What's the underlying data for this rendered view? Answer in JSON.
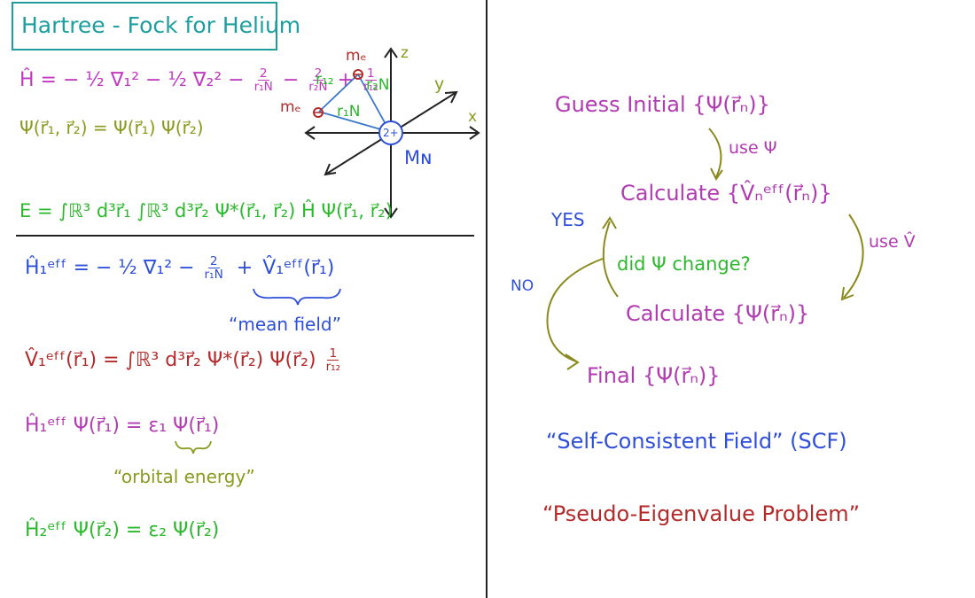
{
  "title": "Hartree - Fock for Helium",
  "colors": {
    "teal": "#1f9ea0",
    "magenta": "#c03ac0",
    "olive": "#8a9a1e",
    "green": "#2cb82c",
    "blue": "#2f4fd8",
    "red": "#b22a2a",
    "purple": "#b13bb1",
    "dark": "#222222"
  },
  "left": {
    "hamiltonian": {
      "lhs": "Ĥ = ",
      "t1": "− ½ ∇₁² − ½ ∇₂² −",
      "f1_num": "2",
      "f1_den": "r₁N",
      "minus": "−",
      "f2_num": "2",
      "f2_den": "r₂N",
      "plus": "+",
      "f3_num": "1",
      "f3_den": "r₁₂"
    },
    "wavefunction": "Ψ(r⃗₁, r⃗₂) = Ψ(r⃗₁) Ψ(r⃗₂)",
    "energy": "E = ∫ℝ³ d³r⃗₁ ∫ℝ³ d³r⃗₂ Ψ*(r⃗₁, r⃗₂) Ĥ Ψ(r⃗₁, r⃗₂)",
    "h_eff": {
      "lhs": "Ĥ₁ᵉᶠᶠ = − ½ ∇₁² −",
      "f_num": "2",
      "f_den": "r₁N",
      "plus": "+",
      "v": "V̂₁ᵉᶠᶠ(r⃗₁)"
    },
    "mean_field": "“mean field”",
    "v_eff": {
      "lhs": "V̂₁ᵉᶠᶠ(r⃗₁) = ∫ℝ³ d³r⃗₂ Ψ*(r⃗₂) Ψ(r⃗₂)",
      "f_num": "1",
      "f_den": "r₁₂"
    },
    "eigen1": "Ĥ₁ᵉᶠᶠ Ψ(r⃗₁) = ε₁ Ψ(r⃗₁)",
    "orbital_energy": "“orbital energy”",
    "eigen2": "Ĥ₂ᵉᶠᶠ Ψ(r⃗₂) = ε₂ Ψ(r⃗₂)"
  },
  "diagram": {
    "z": "z",
    "y": "y",
    "x": "x",
    "me_top": "mₑ",
    "me_left": "mₑ",
    "r12": "r₁₂",
    "r2n": "r₂N",
    "r1n": "r₁N",
    "nucleus": "2+",
    "mn": "Mɴ"
  },
  "flow": {
    "guess": "Guess Initial {Ψ(r⃗ₙ)}",
    "use_psi": "use Ψ",
    "calc_v": "Calculate {V̂ₙᵉᶠᶠ(r⃗ₙ)}",
    "use_v": "use V̂",
    "calc_psi": "Calculate {Ψ(r⃗ₙ)}",
    "did_change": "did Ψ change?",
    "yes": "YES",
    "no": "NO",
    "final": "Final {Ψ(r⃗ₙ)}"
  },
  "scf": "“Self-Consistent Field”  (SCF)",
  "pseudo": "“Pseudo-Eigenvalue Problem”"
}
